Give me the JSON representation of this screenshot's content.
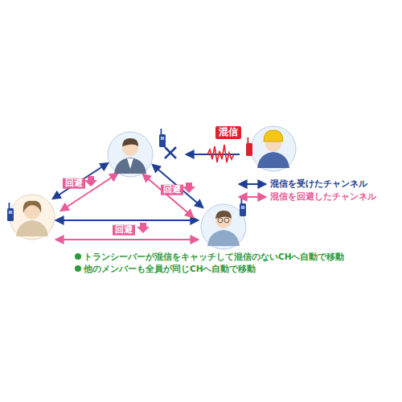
{
  "diagram": {
    "labels": [
      "混信",
      "回避",
      "回避",
      "回避",
      "トランシーバーが混信をキャッチして混信のないCHへ自動で移動",
      "他のメンバーも全員が同じCHへ自動で移動"
    ],
    "legend": [
      {
        "text": "混信を受けたチャンネル"
      },
      {
        "text": "混信を回避したチャンネル"
      }
    ]
  }
}
